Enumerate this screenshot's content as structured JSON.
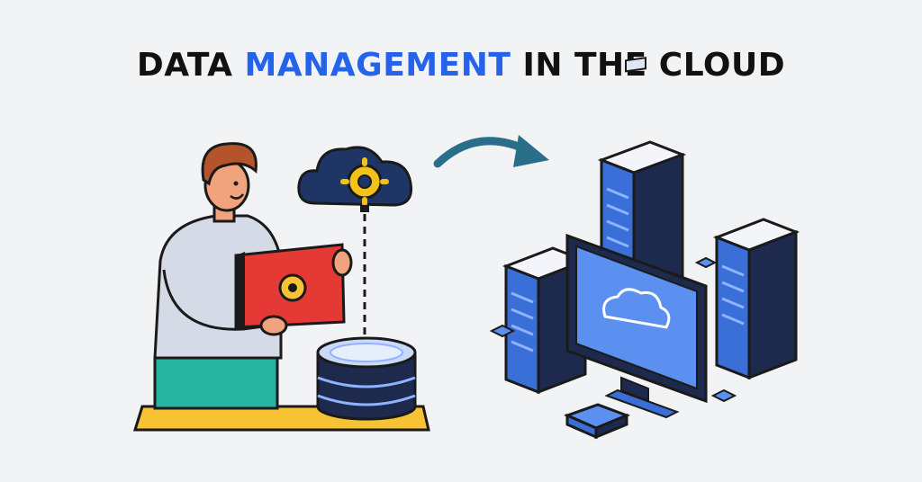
{
  "title": {
    "part1": "DATA ",
    "highlight": "MANAGEMENT",
    "part2": " IN THE CLOUD"
  },
  "colors": {
    "highlight": "#2563eb",
    "title": "#111111",
    "server_blue": "#3b6fd8",
    "server_dark": "#1e2a4d",
    "cloud_navy": "#1f3566",
    "gear_yellow": "#f2c21b",
    "laptop_red": "#e53935",
    "desk_yellow": "#f7c234",
    "arrow_teal": "#2a6f8a",
    "pants_teal": "#26b5a0",
    "shirt_gray": "#d5dbe6"
  },
  "icons": [
    "cloud-gear-icon",
    "database-icon",
    "laptop-icon",
    "arrow-icon",
    "server-rack-icon",
    "monitor-cloud-icon",
    "router-icon"
  ]
}
